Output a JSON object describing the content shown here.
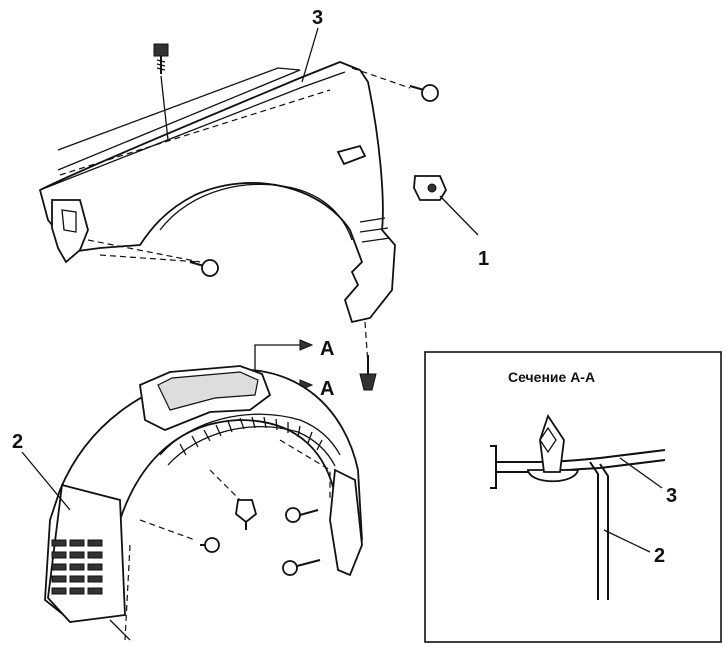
{
  "labels": {
    "fender": "3",
    "liner": "2",
    "clip": "1",
    "section_arrow_1": "A",
    "section_arrow_2": "A"
  },
  "section_inset": {
    "title": "Сечение А-А",
    "label_fender": "3",
    "label_liner": "2"
  }
}
